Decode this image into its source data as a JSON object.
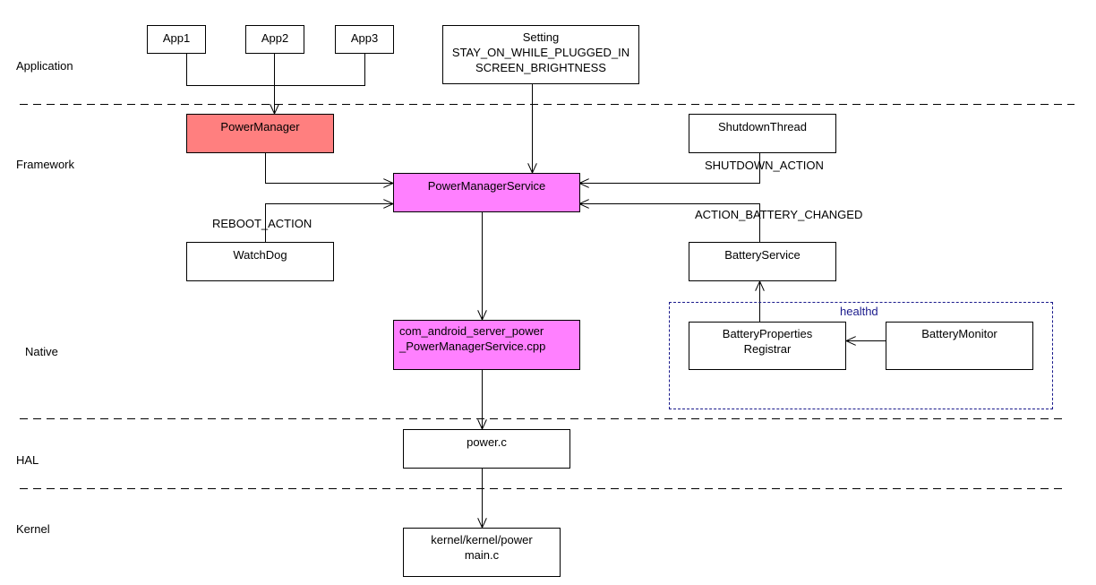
{
  "colors": {
    "power_manager_fill": "#ff7f7f",
    "service_fill": "#ff80ff",
    "group_border": "#1a1a8c",
    "line": "#000000"
  },
  "layers": {
    "application": "Application",
    "framework": "Framework",
    "native": "Native",
    "hal": "HAL",
    "kernel": "Kernel"
  },
  "nodes": {
    "app1": "App1",
    "app2": "App2",
    "app3": "App3",
    "setting": [
      "Setting",
      "STAY_ON_WHILE_PLUGGED_IN",
      "SCREEN_BRIGHTNESS"
    ],
    "power_manager": "PowerManager",
    "shutdown_thread": "ShutdownThread",
    "power_manager_service": "PowerManagerService",
    "watchdog": "WatchDog",
    "battery_service": "BatteryService",
    "jni": [
      "com_android_server_power",
      "_PowerManagerService.cpp"
    ],
    "battery_properties_registrar": [
      "BatteryProperties",
      "Registrar"
    ],
    "battery_monitor": "BatteryMonitor",
    "power_c": "power.c",
    "kernel_power": [
      "kernel/kernel/power",
      "main.c"
    ]
  },
  "edge_labels": {
    "shutdown_action": "SHUTDOWN_ACTION",
    "reboot_action": "REBOOT_ACTION",
    "action_battery_changed": "ACTION_BATTERY_CHANGED"
  },
  "groups": {
    "healthd": "healthd"
  }
}
